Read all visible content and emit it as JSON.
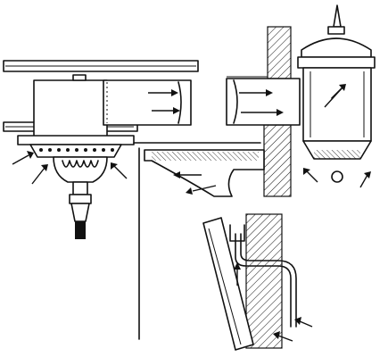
{
  "figure": {
    "kind": "engraved technical illustration",
    "colors": {
      "ink": "#111111",
      "paper": "#ffffff"
    },
    "parts": [
      "ceiling",
      "ventilating-duct",
      "gas-pendant-burner",
      "outer-wall",
      "exterior-lantern",
      "cornice-bracket",
      "inlet-pipe",
      "louvered-shutter"
    ]
  }
}
